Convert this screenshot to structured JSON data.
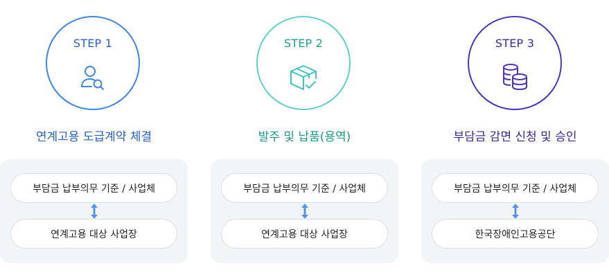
{
  "steps": [
    {
      "label": "STEP 1",
      "title": "연계고용 도급계약 체결",
      "icon": "user-search-icon",
      "color": "#2a62c9",
      "top_item": "부담금 납부의무 기준 / 사업체",
      "bottom_item": "연계고용 대상 사업장"
    },
    {
      "label": "STEP 2",
      "title": "발주 및 납품(용역)",
      "icon": "package-check-icon",
      "color": "#1d9e93",
      "top_item": "부담금 납부의무 기준 / 사업체",
      "bottom_item": "연계고용 대상 사업장"
    },
    {
      "label": "STEP 3",
      "title": "부담금 감면 신청 및 승인",
      "icon": "coins-icon",
      "color": "#3a2aa3",
      "top_item": "부담금 납부의무 기준 / 사업체",
      "bottom_item": "한국장애인고용공단"
    }
  ],
  "colors": {
    "arrow": "#5b8fe8",
    "panel_bg": "#f2f4f7"
  }
}
